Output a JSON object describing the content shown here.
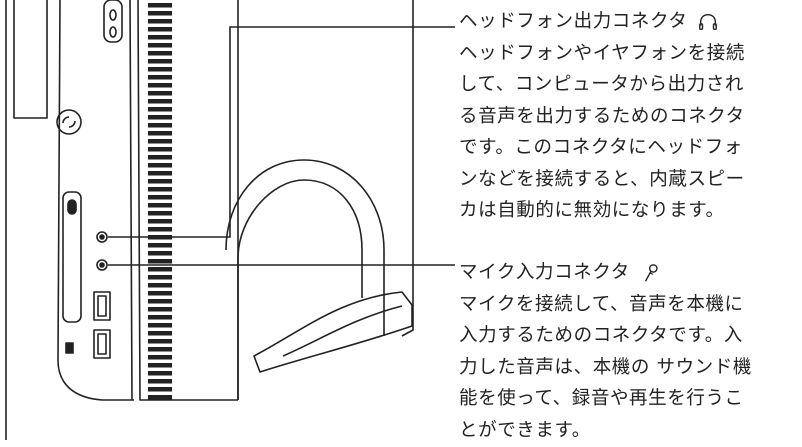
{
  "headphone": {
    "title": "ヘッドフォン出力コネクタ",
    "icon": "headphone-icon",
    "lines": [
      "ヘッドフォンやイヤフォンを接続",
      "して、コンピュータから出力され",
      "る音声を出力するためのコネクタ",
      "です。このコネクタにヘッドフォ",
      "ンなどを接続すると、内蔵スピー",
      "カは自動的に無効になります。"
    ]
  },
  "microphone": {
    "title": "マイク入力コネクタ",
    "icon": "microphone-icon",
    "lines": [
      "マイクを接続して、音声を本機に",
      "入力するためのコネクタです。入",
      "力した音声は、本機の サウンド機",
      "能を使って、録音や再生を行うこ",
      "とができます。"
    ]
  },
  "colors": {
    "line": "#222222",
    "text": "#222222",
    "background": "#ffffff"
  }
}
